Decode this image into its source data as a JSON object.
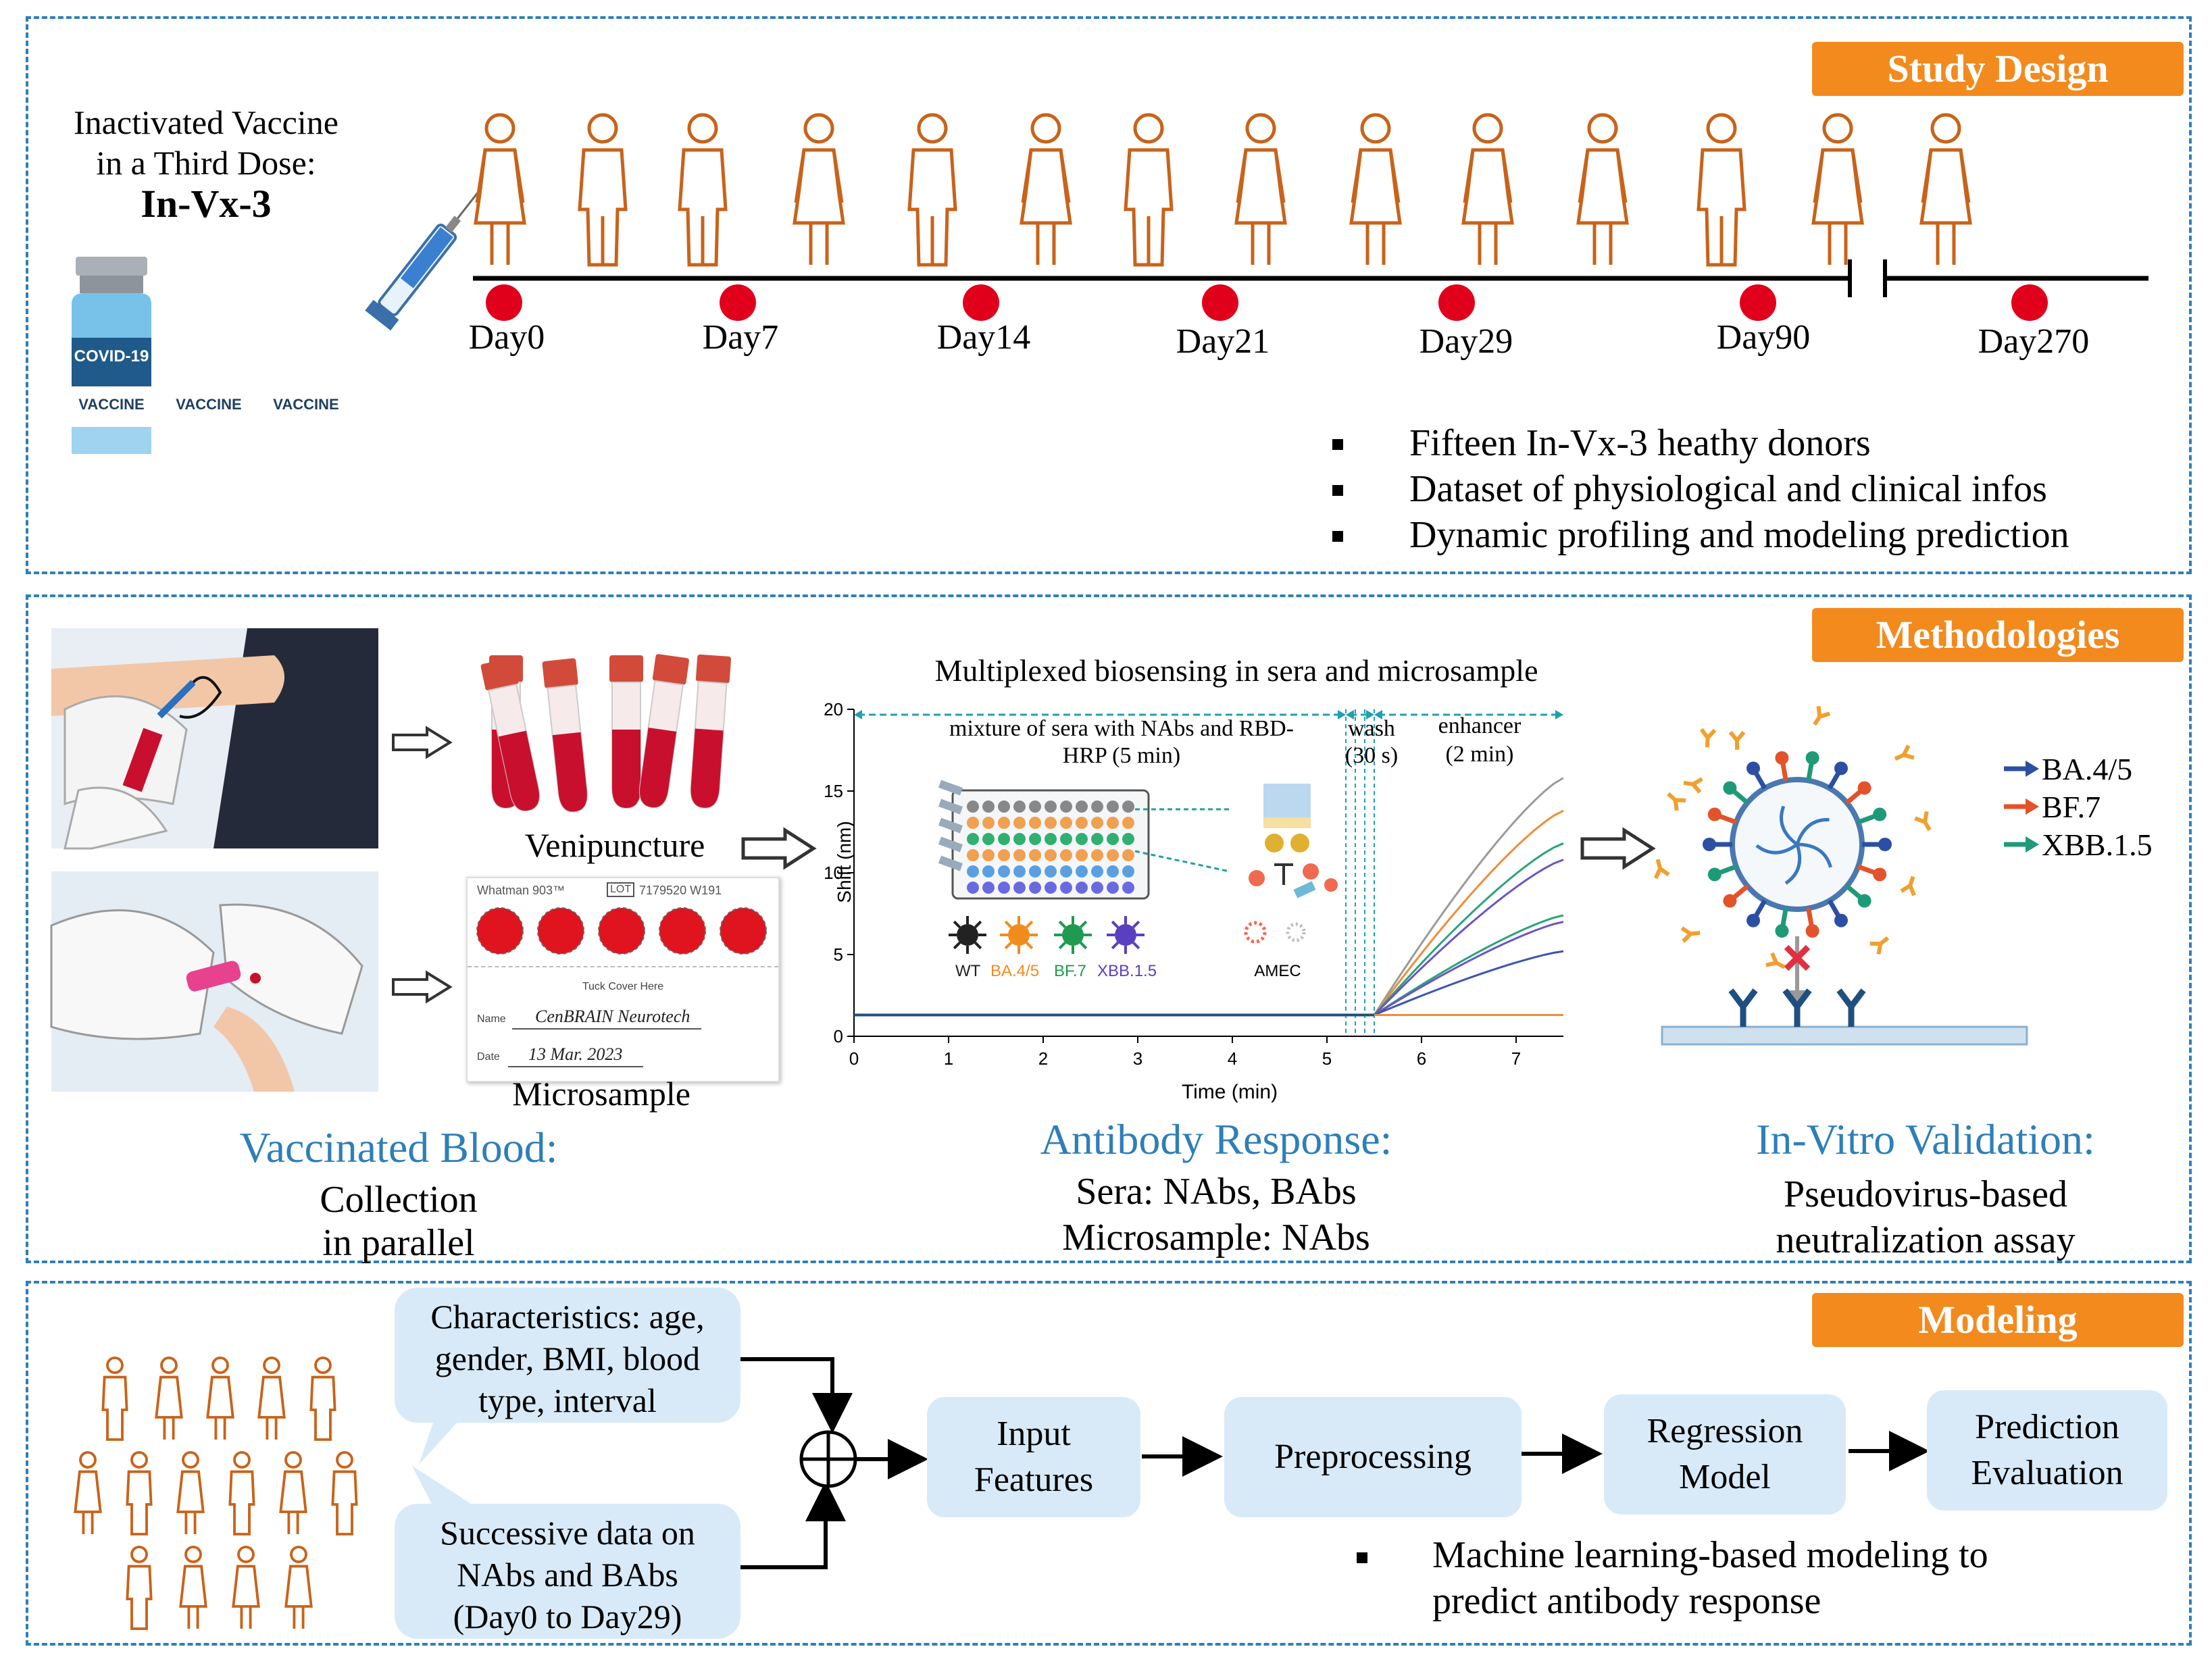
{
  "study": {
    "tag": "Study Design",
    "vaccine_line1": "Inactivated Vaccine",
    "vaccine_line2": "in a Third Dose:",
    "vaccine_name": "In-Vx-3",
    "vial_label1": "COVID-19",
    "vial_label2": "VACCINE",
    "days": [
      "Day0",
      "Day7",
      "Day14",
      "Day21",
      "Day29",
      "Day90",
      "Day270"
    ],
    "bullets": [
      "Fifteen In-Vx-3 heathy donors",
      "Dataset of physiological and clinical infos",
      "Dynamic profiling and modeling prediction"
    ]
  },
  "methods": {
    "tag": "Methodologies",
    "venipuncture": "Venipuncture",
    "microsample": "Microsample",
    "card": {
      "brand": "Whatman 903™",
      "lot_box": "LOT",
      "lot": "7179520 W191",
      "tuck": "Tuck Cover Here",
      "name_label": "Name",
      "name_value": "CenBRAIN Neurotech",
      "date_label": "Date",
      "date_value": "13 Mar. 2023"
    },
    "blood_title": "Vaccinated Blood:",
    "blood_sub1": "Collection",
    "blood_sub2": "in parallel",
    "biosensing_title": "Multiplexed biosensing in sera and microsample",
    "antibody_title": "Antibody Response:",
    "antibody_sub1": "Sera: NAbs, BAbs",
    "antibody_sub2": "Microsample: NAbs",
    "invitro_title": "In-Vitro Validation:",
    "invitro_sub1": "Pseudovirus-based",
    "invitro_sub2": "neutralization assay",
    "variants": [
      "BA.4/5",
      "BF.7",
      "XBB.1.5"
    ],
    "variant_colors": [
      "#2b4fa3",
      "#e2532b",
      "#1f9a78"
    ]
  },
  "chart_data": {
    "type": "line",
    "xlabel": "Time (min)",
    "ylabel": "Shift (nm)",
    "xlim": [
      0,
      7.5
    ],
    "ylim": [
      0,
      20
    ],
    "xticks": [
      0,
      1,
      2,
      3,
      4,
      5,
      6,
      7
    ],
    "yticks": [
      0,
      5,
      10,
      15,
      20
    ],
    "phases": [
      {
        "label_line1": "mixture of sera with NAbs and RBD-",
        "label_line2": "HRP (5 min)",
        "start": 0,
        "end": 5.2
      },
      {
        "label_line1": "wash",
        "label_line2": "(30 s)",
        "start": 5.2,
        "end": 5.5
      },
      {
        "label_line1": "enhancer",
        "label_line2": "(2 min)",
        "start": 5.5,
        "end": 7.5
      }
    ],
    "baseline": 1.3,
    "series": [
      {
        "color": "#9a9a9a",
        "end_value": 15.8
      },
      {
        "color": "#f08c3a",
        "end_value": 13.8
      },
      {
        "color": "#2aa37a",
        "end_value": 11.8
      },
      {
        "color": "#6a55c6",
        "end_value": 10.8
      },
      {
        "color": "#2aa37a",
        "end_value": 7.4
      },
      {
        "color": "#6a55c6",
        "end_value": 7.0
      },
      {
        "color": "#3b56b0",
        "end_value": 5.2
      },
      {
        "color": "#f08c3a",
        "end_value": 1.3
      }
    ],
    "inset_legend": [
      {
        "label": "WT",
        "color": "#222222"
      },
      {
        "label": "BA.4/5",
        "color": "#f08c1e"
      },
      {
        "label": "BF.7",
        "color": "#1f9a50"
      },
      {
        "label": "XBB.1.5",
        "color": "#5a3fc0"
      }
    ],
    "inset_label": "AMEC"
  },
  "modeling": {
    "tag": "Modeling",
    "bubble1": [
      "Characteristics: age,",
      "gender, BMI, blood",
      "type, interval"
    ],
    "bubble2": [
      "Successive data on",
      "NAbs and BAbs",
      "(Day0 to Day29)"
    ],
    "box1": [
      "Input",
      "Features"
    ],
    "box2": [
      "Preprocessing"
    ],
    "box3": [
      "Regression",
      "Model"
    ],
    "box4": [
      "Prediction",
      "Evaluation"
    ],
    "bullet1": "Machine learning-based modeling to",
    "bullet2": "predict antibody response"
  }
}
